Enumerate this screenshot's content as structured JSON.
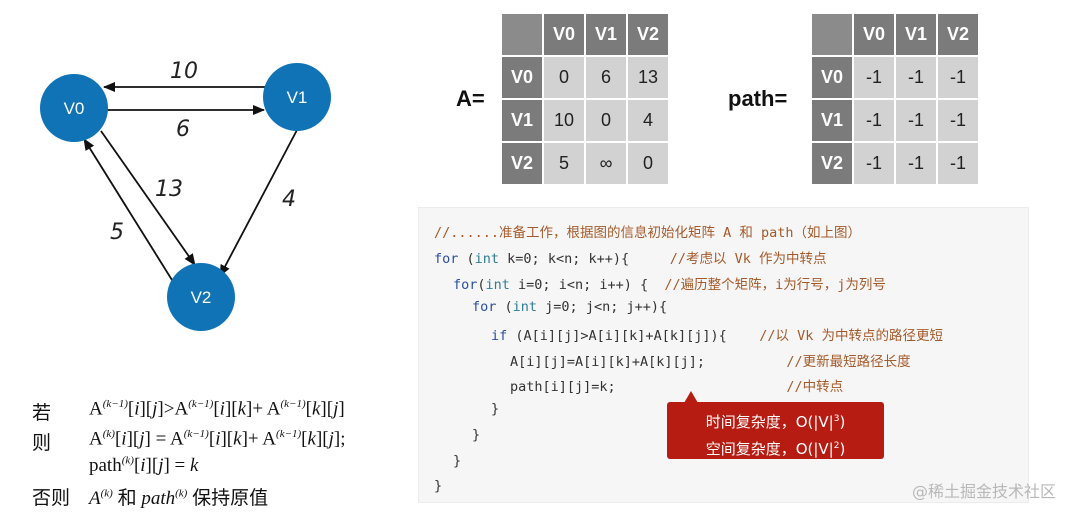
{
  "graph": {
    "nodes": [
      "V0",
      "V1",
      "V2"
    ],
    "edges": [
      {
        "from": "V1",
        "to": "V0",
        "weight": "10"
      },
      {
        "from": "V0",
        "to": "V1",
        "weight": "6"
      },
      {
        "from": "V0",
        "to": "V2",
        "weight": "13"
      },
      {
        "from": "V1",
        "to": "V2",
        "weight": "4"
      },
      {
        "from": "V2",
        "to": "V0",
        "weight": "5"
      }
    ],
    "node_color": "#0f73b5"
  },
  "matrix_a": {
    "label": "A=",
    "headers": [
      "V0",
      "V1",
      "V2"
    ],
    "rows": [
      {
        "label": "V0",
        "cells": [
          "0",
          "6",
          "13"
        ]
      },
      {
        "label": "V1",
        "cells": [
          "10",
          "0",
          "4"
        ]
      },
      {
        "label": "V2",
        "cells": [
          "5",
          "∞",
          "0"
        ]
      }
    ]
  },
  "matrix_path": {
    "label": "path=",
    "headers": [
      "V0",
      "V1",
      "V2"
    ],
    "rows": [
      {
        "label": "V0",
        "cells": [
          "-1",
          "-1",
          "-1"
        ]
      },
      {
        "label": "V1",
        "cells": [
          "-1",
          "-1",
          "-1"
        ]
      },
      {
        "label": "V2",
        "cells": [
          "-1",
          "-1",
          "-1"
        ]
      }
    ]
  },
  "code": {
    "line1": "//......准备工作，根据图的信息初始化矩阵 A 和 path（如上图）",
    "line2": {
      "kw": "for",
      "a": " (",
      "ty": "int",
      "b": " k=0; k<n; k++){     ",
      "cm": "//考虑以 Vk 作为中转点"
    },
    "line3": {
      "kw": "for",
      "a": "(",
      "ty": "int",
      "b": " i=0; i<n; i++) {  ",
      "cm": "//遍历整个矩阵，i为行号，j为列号"
    },
    "line4": {
      "kw": "for",
      "a": " (",
      "ty": "int",
      "b": " j=0; j<n; j++){"
    },
    "line5": {
      "kw": "if",
      "b": " (A[i][j]>A[i][k]+A[k][j]){    ",
      "cm": "//以 Vk 为中转点的路径更短"
    },
    "line6": {
      "b": "A[i][j]=A[i][k]+A[k][j];          ",
      "cm": "//更新最短路径长度"
    },
    "line7": {
      "b": "path[i][j]=k;                     ",
      "cm": "//中转点"
    },
    "line8": "}",
    "line9": "}",
    "line10": "}",
    "line11": "}"
  },
  "complexity": {
    "time_prefix": "时间复杂度，O(|V|",
    "time_exp": "3",
    "space_prefix": "空间复杂度，O(|V|",
    "space_exp": "2",
    "suffix": ")",
    "color": "#b71c12"
  },
  "formula": {
    "r1_label": "若",
    "r2_label": "则",
    "r4_label": "否则",
    "r4_and": "和",
    "r4_keep": "保持原值"
  },
  "watermark": "@稀土掘金技术社区"
}
